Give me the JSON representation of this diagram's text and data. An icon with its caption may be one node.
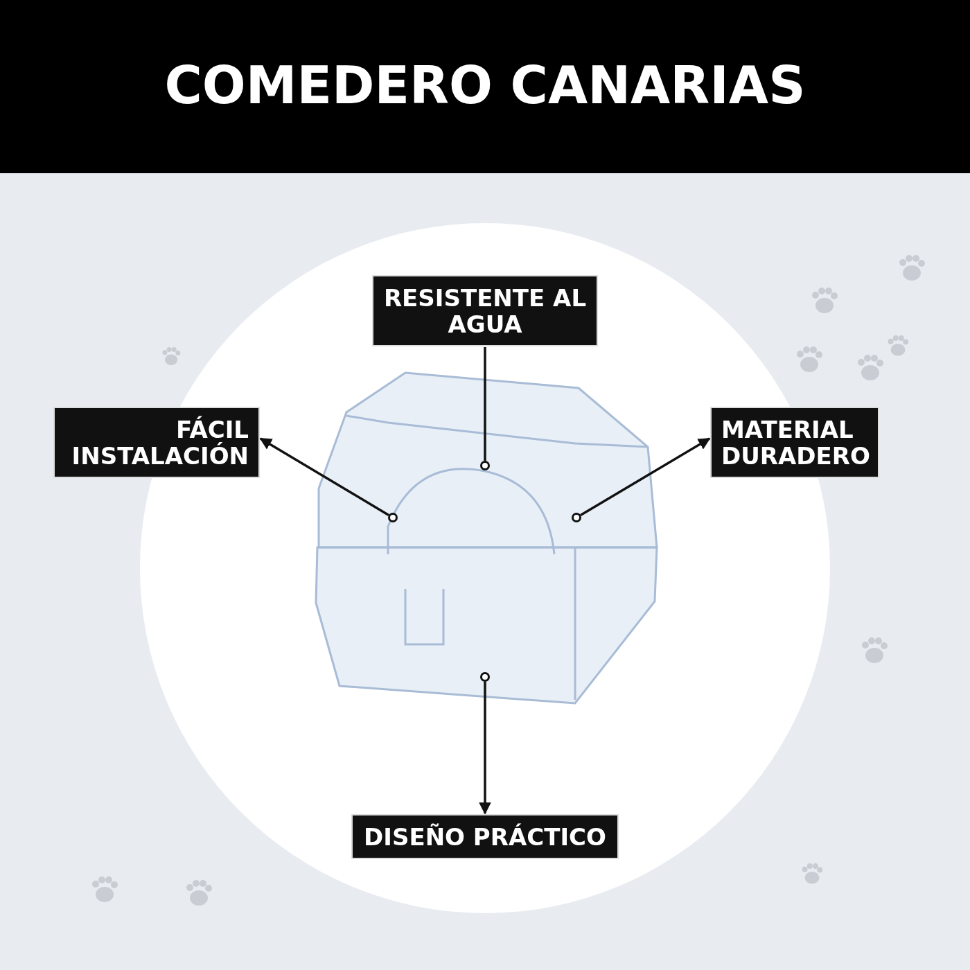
{
  "diagram": {
    "title": "COMEDERO CANARIAS",
    "nodes": [
      {
        "text": [
          "RESISTENTE AL AGUA"
        ]
      },
      {
        "text": [
          "FÁCIL INSTALACIÓN"
        ]
      },
      {
        "text": [
          "MATERIAL DURADERO"
        ]
      },
      {
        "text": [
          "DISEÑO PRÁCTICO"
        ]
      },
      {
        "text": [],
        "shape": "circle"
      },
      {
        "text": [],
        "shape": "circle"
      },
      {
        "text": [],
        "shape": "circle"
      },
      {
        "text": [],
        "shape": "circle"
      }
    ],
    "edges": [
      {
        "from": 4,
        "to": 0,
        "arrow": "none"
      },
      {
        "from": 5,
        "to": 1,
        "arrow": "to"
      },
      {
        "from": 6,
        "to": 2,
        "arrow": "to"
      },
      {
        "from": 7,
        "to": 3,
        "arrow": "to"
      }
    ]
  }
}
